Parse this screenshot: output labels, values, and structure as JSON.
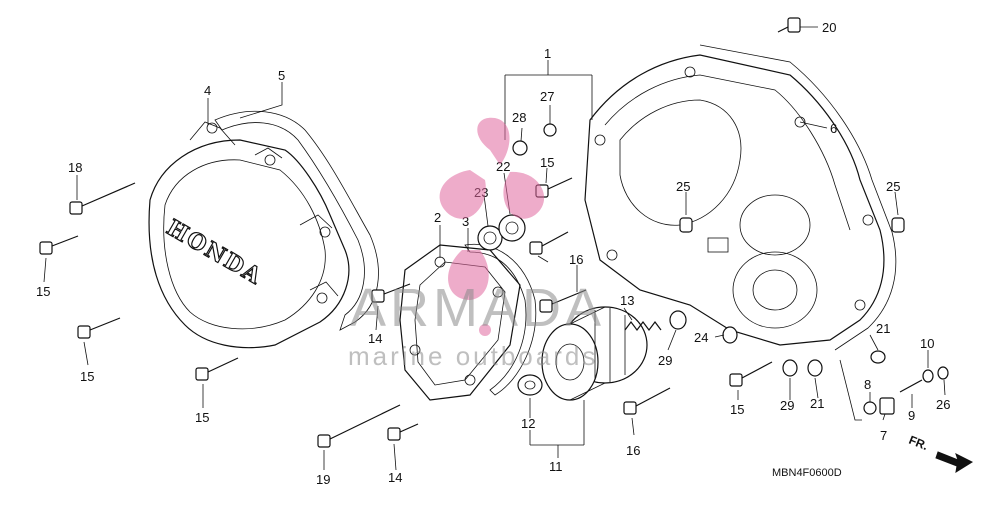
{
  "diagram": {
    "drawing_code": "MBN4F0600D",
    "direction_label": "FR.",
    "emboss_text": "HONDA",
    "callouts": [
      "1",
      "2",
      "3",
      "4",
      "5",
      "6",
      "7",
      "8",
      "9",
      "10",
      "11",
      "12",
      "13",
      "14",
      "14",
      "15",
      "15",
      "15",
      "15",
      "15",
      "16",
      "16",
      "18",
      "19",
      "20",
      "21",
      "21",
      "22",
      "23",
      "24",
      "25",
      "25",
      "26",
      "27",
      "28",
      "29",
      "29"
    ]
  },
  "watermark": {
    "brand": "ARMADA",
    "tagline": "marine outboards",
    "colors": {
      "logo": "#e0679f",
      "text": "#8a8a8a"
    }
  }
}
